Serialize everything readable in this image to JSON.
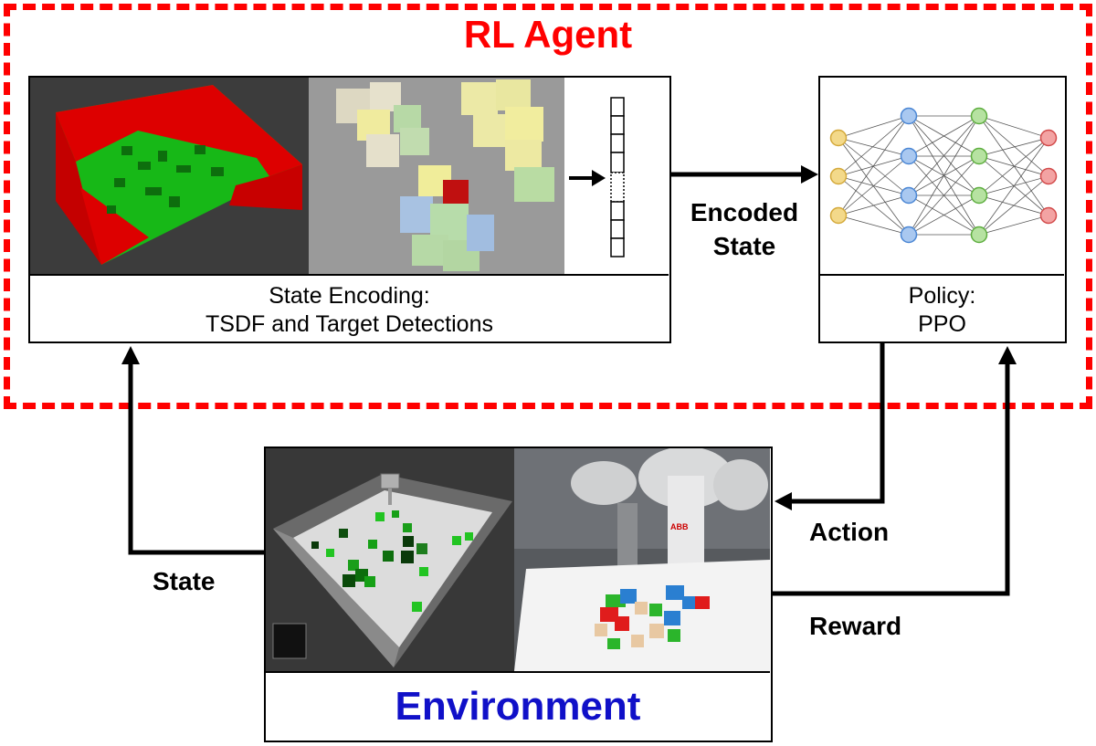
{
  "agent": {
    "title": "RL Agent",
    "state_encoding_caption_line1": "State Encoding:",
    "state_encoding_caption_line2": "TSDF and Target Detections",
    "policy_caption_line1": "Policy:",
    "policy_caption_line2": "PPO",
    "encoded_state_line1": "Encoded",
    "encoded_state_line2": "State"
  },
  "environment": {
    "title": "Environment",
    "robot_brand": "ABB"
  },
  "arrows": {
    "state": "State",
    "action": "Action",
    "reward": "Reward"
  },
  "colors": {
    "agent_border": "#ff0000",
    "agent_title": "#ff0000",
    "environment_title": "#1010c8",
    "input_neuron": "#f3d98a",
    "hidden1_neuron": "#a9c8f0",
    "hidden2_neuron": "#b6e2a1",
    "output_neuron": "#f3a3a3"
  }
}
